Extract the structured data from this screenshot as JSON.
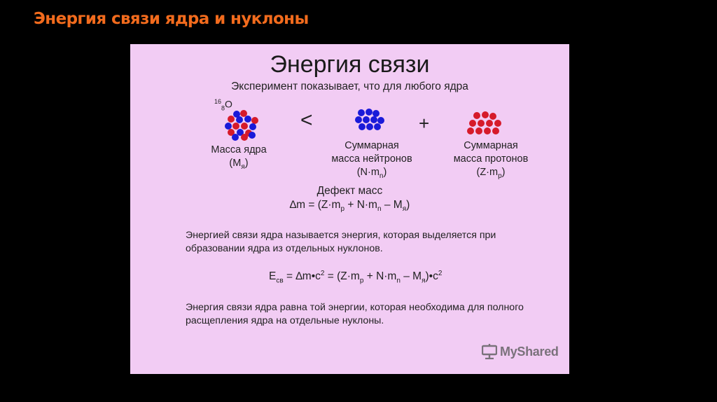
{
  "page_title": "Энергия связи ядра и нуклоны",
  "slide": {
    "title": "Энергия связи",
    "intro": "Эксперимент показывает, что для любого ядра",
    "nucleus_mass": "16",
    "nucleus_charge": "8",
    "nucleus_element": "O",
    "less_than": "<",
    "plus": "+",
    "nucleus_caption_line1": "Масса ядра",
    "nucleus_caption_line2_open": "(M",
    "nucleus_caption_line2_sub": "я",
    "nucleus_caption_line2_close": ")",
    "neutrons_caption_line1": "Суммарная",
    "neutrons_caption_line2": "масса нейтронов",
    "neutrons_caption_line3_a": "(N·m",
    "neutrons_caption_line3_sub": "n",
    "neutrons_caption_line3_b": ")",
    "protons_caption_line1": "Суммарная",
    "protons_caption_line2": "масса протонов",
    "protons_caption_line3_a": "(Z·m",
    "protons_caption_line3_sub": "p",
    "protons_caption_line3_b": ")",
    "defect_title": "Дефект масс",
    "defect_a": "∆m = (Z·m",
    "defect_sub1": "p",
    "defect_b": " + N·m",
    "defect_sub2": "n",
    "defect_c": " – M",
    "defect_sub3": "я",
    "defect_d": ")",
    "definition_text": "Энергией связи ядра называется энергия, которая выделяется при образовании ядра из отдельных нуклонов.",
    "formula_E": "E",
    "formula_E_sub": "св",
    "formula_a": " =  ∆m•c",
    "formula_sup1": "2",
    "formula_b": " = (Z·m",
    "formula_sub_p": "p",
    "formula_c": " + N·m",
    "formula_sub_n": "n",
    "formula_d": " – M",
    "formula_sub_ya": "я",
    "formula_e": ")•c",
    "formula_sup2": "2",
    "equality_text": "Энергия связи ядра равна той энергии, которая необходима для полного расщепления ядра на отдельные нуклоны.",
    "logo_text": "MyShared"
  },
  "colors": {
    "title": "#f26b1d",
    "slide_bg": "#f2ccf4",
    "neutron": "#1a1ad9",
    "proton": "#d61a2a"
  }
}
